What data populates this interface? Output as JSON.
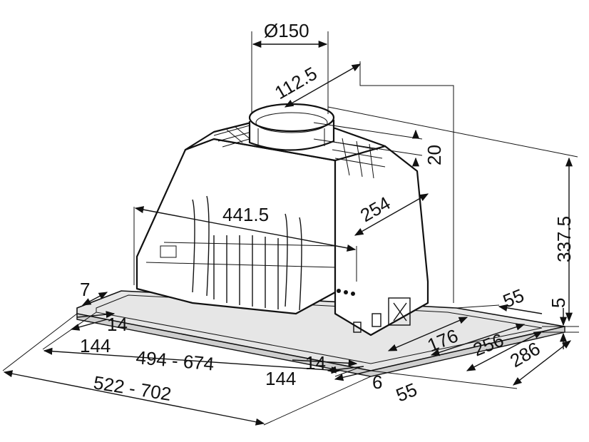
{
  "dimensions": {
    "duct_diameter": "Ø150",
    "outlet_offset": "112.5",
    "collar_height": "20",
    "overall_height": "337.5",
    "plate_height": "5",
    "body_width": "441.5",
    "body_depth": "254",
    "edge_left": "7",
    "inset_left": "14",
    "margin_left": "144",
    "flange_width": "494 - 674",
    "overall_width": "522 - 702",
    "margin_right": "144",
    "inset_right": "14",
    "small_gap": "6",
    "front_offset": "55",
    "edge_right": "55",
    "depth_body": "176",
    "depth_flange": "256",
    "depth_overall": "286"
  },
  "colors": {
    "line": "#111111",
    "shade": "#cfcfcf",
    "background": "#ffffff"
  }
}
